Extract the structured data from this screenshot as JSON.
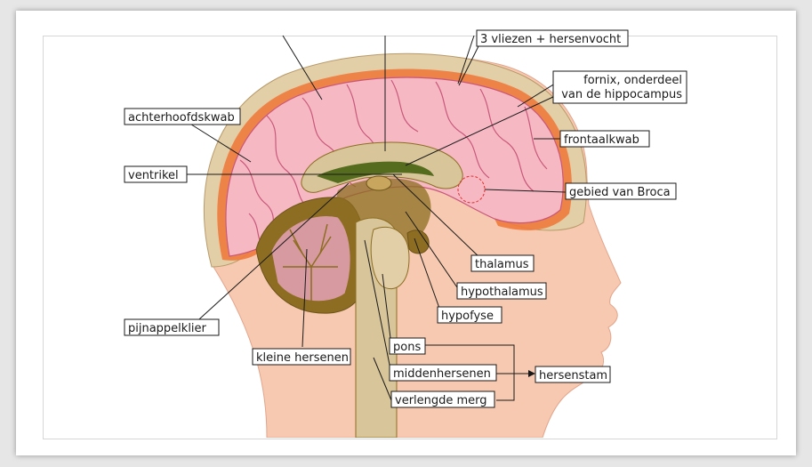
{
  "labels": {
    "meninges": "3 vliezen + hersenvocht",
    "fornix_line1": "fornix, onderdeel",
    "fornix_line2": "van de hippocampus",
    "occipital": "achterhoofdskwab",
    "frontal": "frontaalkwab",
    "ventricle": "ventrikel",
    "broca": "gebied van Broca",
    "thalamus": "thalamus",
    "hypothalamus": "hypothalamus",
    "hypophysis": "hypofyse",
    "pineal": "pijnappelklier",
    "pons": "pons",
    "cerebellum": "kleine hersenen",
    "midbrain": "middenhersenen",
    "brainstem": "hersenstam",
    "medulla": "verlengde merg"
  },
  "colors": {
    "skin": "#f7c9b0",
    "skull": "#e2cfa8",
    "cortex": "#f6b9c3",
    "gyrus_line": "#c8587a",
    "membrane": "#f07a3c",
    "inner_brown": "#8c6d22",
    "stem": "#d8c59a",
    "broca_marker": "#e03030"
  }
}
